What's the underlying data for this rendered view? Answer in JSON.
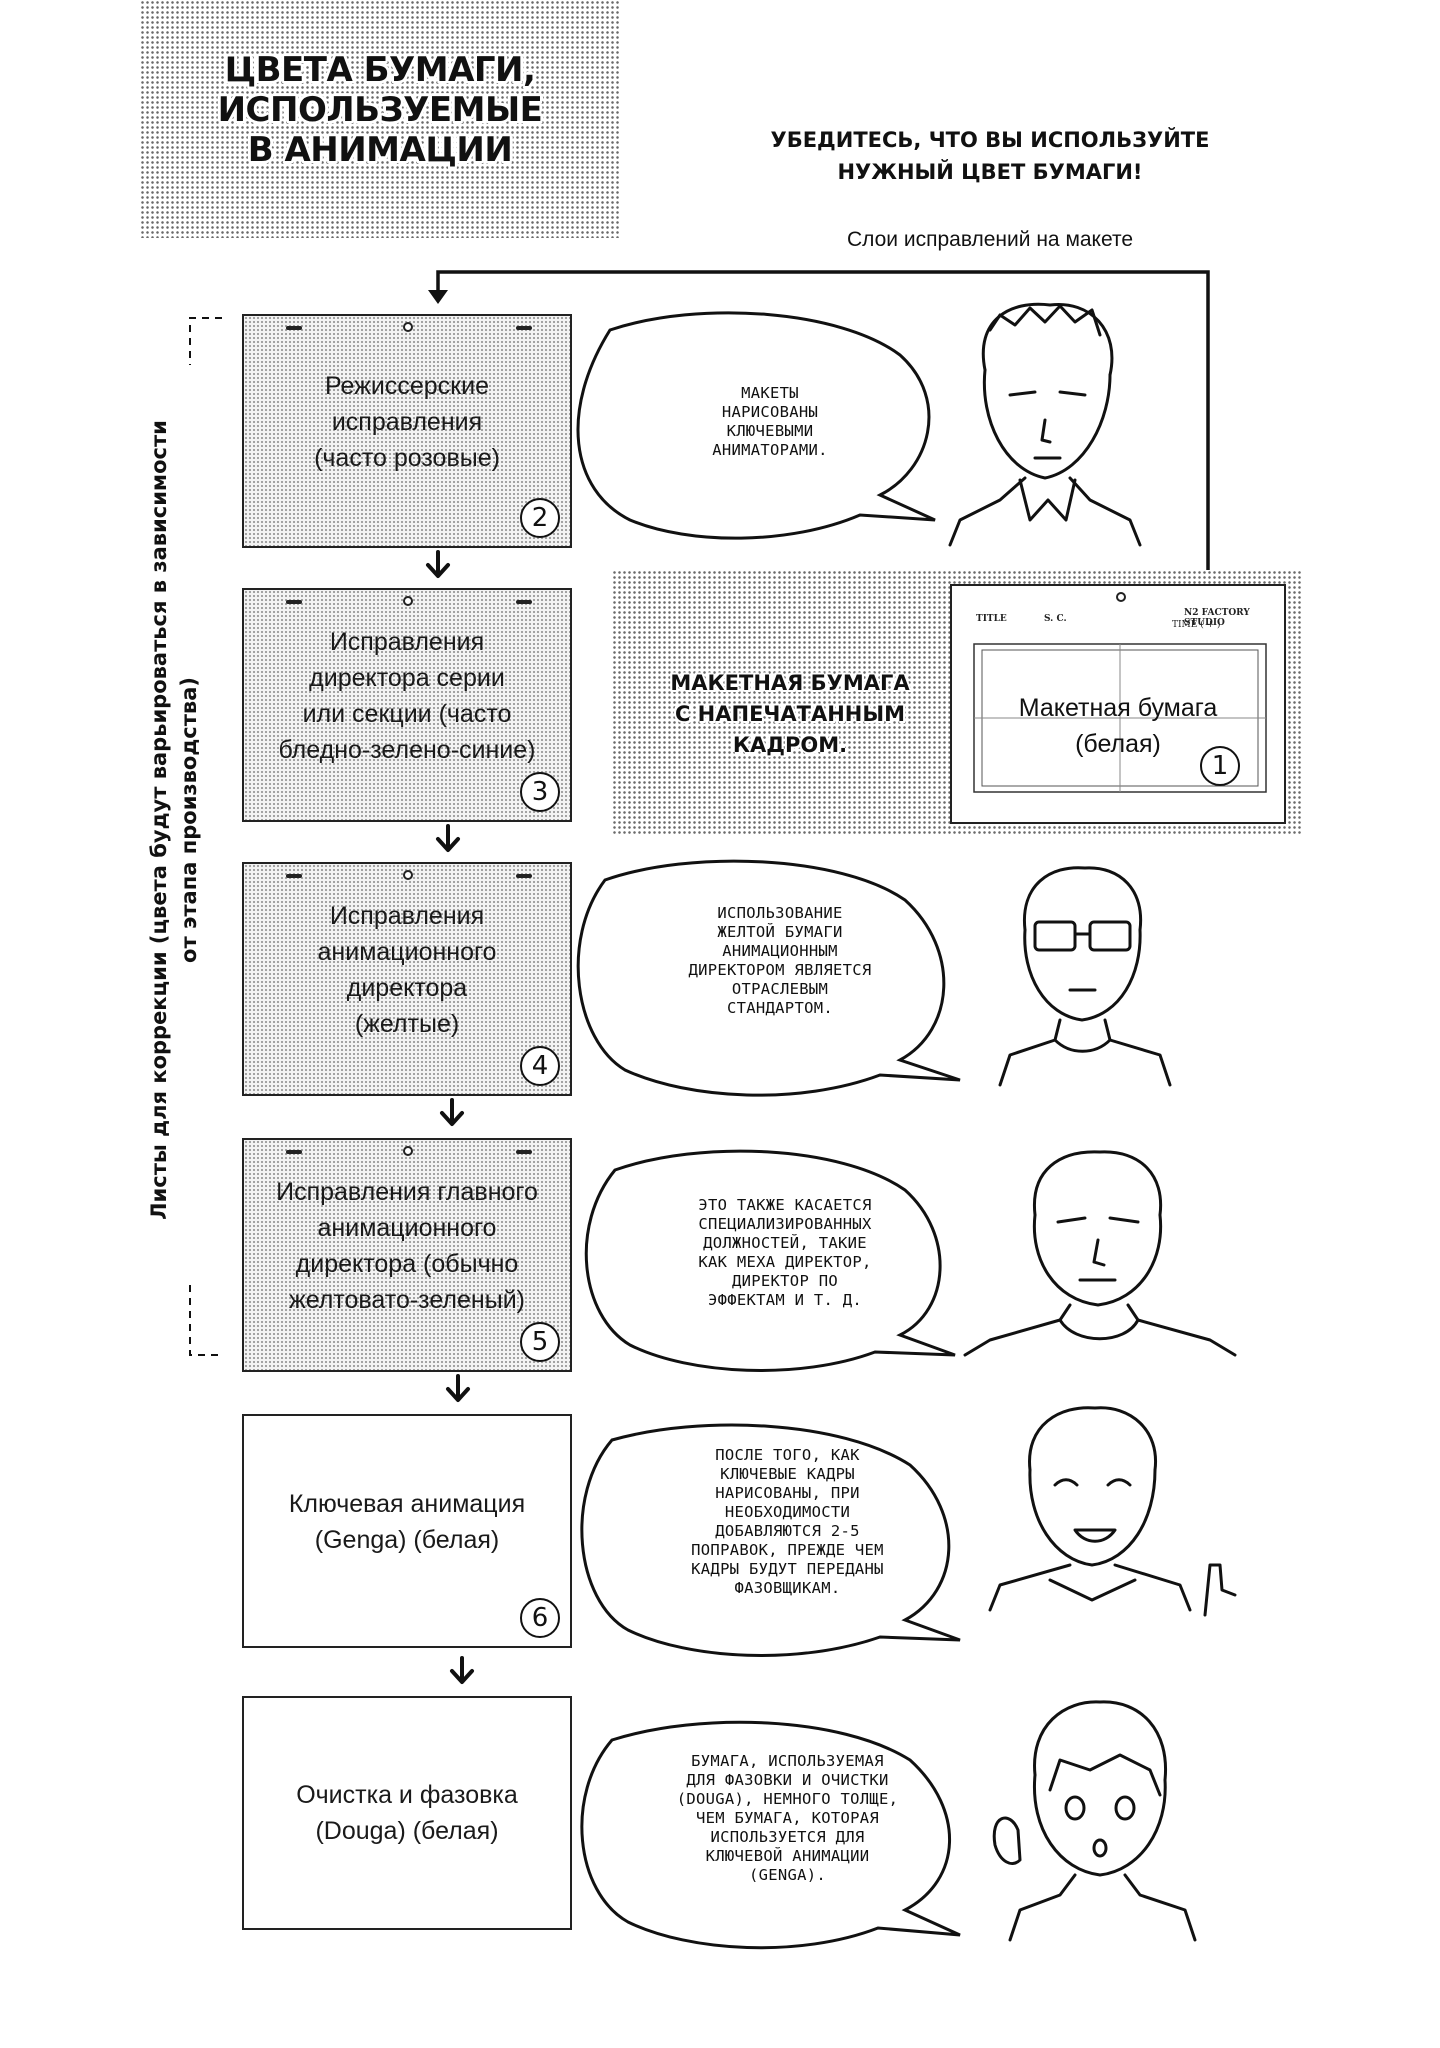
{
  "title": {
    "line1": "ЦВЕТА БУМАГИ,",
    "line2": "ИСПОЛЬЗУЕМЫЕ",
    "line3": "В АНИМАЦИИ"
  },
  "subtitle": {
    "line1": "УБЕДИТЕСЬ, ЧТО ВЫ ИСПОЛЬЗУЙТЕ",
    "line2": "НУЖНЫЙ ЦВЕТ БУМАГИ!"
  },
  "layout_layers_caption": "Слои исправлений на макете",
  "vertical_label": {
    "line1": "Листы для коррекции (цвета будут варьироваться в зависимости",
    "line2": "от этапа производства)"
  },
  "sheets": [
    {
      "lines": [
        "Режиссерские",
        "исправления",
        "(часто розовые)"
      ],
      "number": "2"
    },
    {
      "lines": [
        "Исправления",
        "директора серии",
        "или секции (часто",
        "бледно-зелено-синие)"
      ],
      "number": "3"
    },
    {
      "lines": [
        "Исправления",
        "анимационного",
        "директора",
        "(желтые)"
      ],
      "number": "4"
    },
    {
      "lines": [
        "Исправления главного",
        "анимационного",
        "директора (обычно",
        "желтовато-зеленый)"
      ],
      "number": "5"
    },
    {
      "lines": [
        "Ключевая анимация",
        "(Genga) (белая)"
      ],
      "number": "6"
    },
    {
      "lines": [
        "Очистка и фазовка",
        "(Douga) (белая)"
      ],
      "number": ""
    }
  ],
  "layout_paper": {
    "banner_lines": [
      "МАКЕТНАЯ БУМАГА",
      "С НАПЕЧАТАННЫМ",
      "КАДРОМ."
    ],
    "label_lines": [
      "Макетная бумага",
      "(белая)"
    ],
    "number": "1",
    "header_title": "TITLE",
    "header_sc": "S. C.",
    "header_studio": "N2 FACTORY STUDIO",
    "header_time": "TIME (   +   )"
  },
  "bubbles": [
    {
      "lines": [
        "МАКЕТЫ",
        "НАРИСОВАНЫ",
        "КЛЮЧЕВЫМИ",
        "АНИМАТОРАМИ."
      ]
    },
    {
      "lines": [
        "ИСПОЛЬЗОВАНИЕ",
        "ЖЕЛТОЙ БУМАГИ",
        "АНИМАЦИОННЫМ",
        "ДИРЕКТОРОМ ЯВЛЯЕТСЯ",
        "ОТРАСЛЕВЫМ",
        "СТАНДАРТОМ."
      ]
    },
    {
      "lines": [
        "ЭТО ТАКЖЕ КАСАЕТСЯ",
        "СПЕЦИАЛИЗИРОВАННЫХ",
        "ДОЛЖНОСТЕЙ, ТАКИЕ",
        "КАК МЕХА ДИРЕКТОР,",
        "ДИРЕКТОР ПО",
        "ЭФФЕКТАМ И Т. Д."
      ]
    },
    {
      "lines": [
        "ПОСЛЕ ТОГО, КАК",
        "КЛЮЧЕВЫЕ КАДРЫ",
        "НАРИСОВАНЫ, ПРИ",
        "НЕОБХОДИМОСТИ",
        "ДОБАВЛЯЮТСЯ 2-5",
        "ПОПРАВОК, ПРЕЖДЕ ЧЕМ",
        "КАДРЫ БУДУТ ПЕРЕДАНЫ",
        "ФАЗОВЩИКАМ."
      ]
    },
    {
      "lines": [
        "БУМАГА, ИСПОЛЬЗУЕМАЯ",
        "ДЛЯ ФАЗОВКИ И ОЧИСТКИ",
        "(DOUGA), НЕМНОГО ТОЛЩЕ,",
        "ЧЕМ БУМАГА, КОТОРАЯ",
        "ИСПОЛЬЗУЕТСЯ ДЛЯ",
        "КЛЮЧЕВОЙ АНИМАЦИИ",
        "(GENGA)."
      ]
    }
  ]
}
